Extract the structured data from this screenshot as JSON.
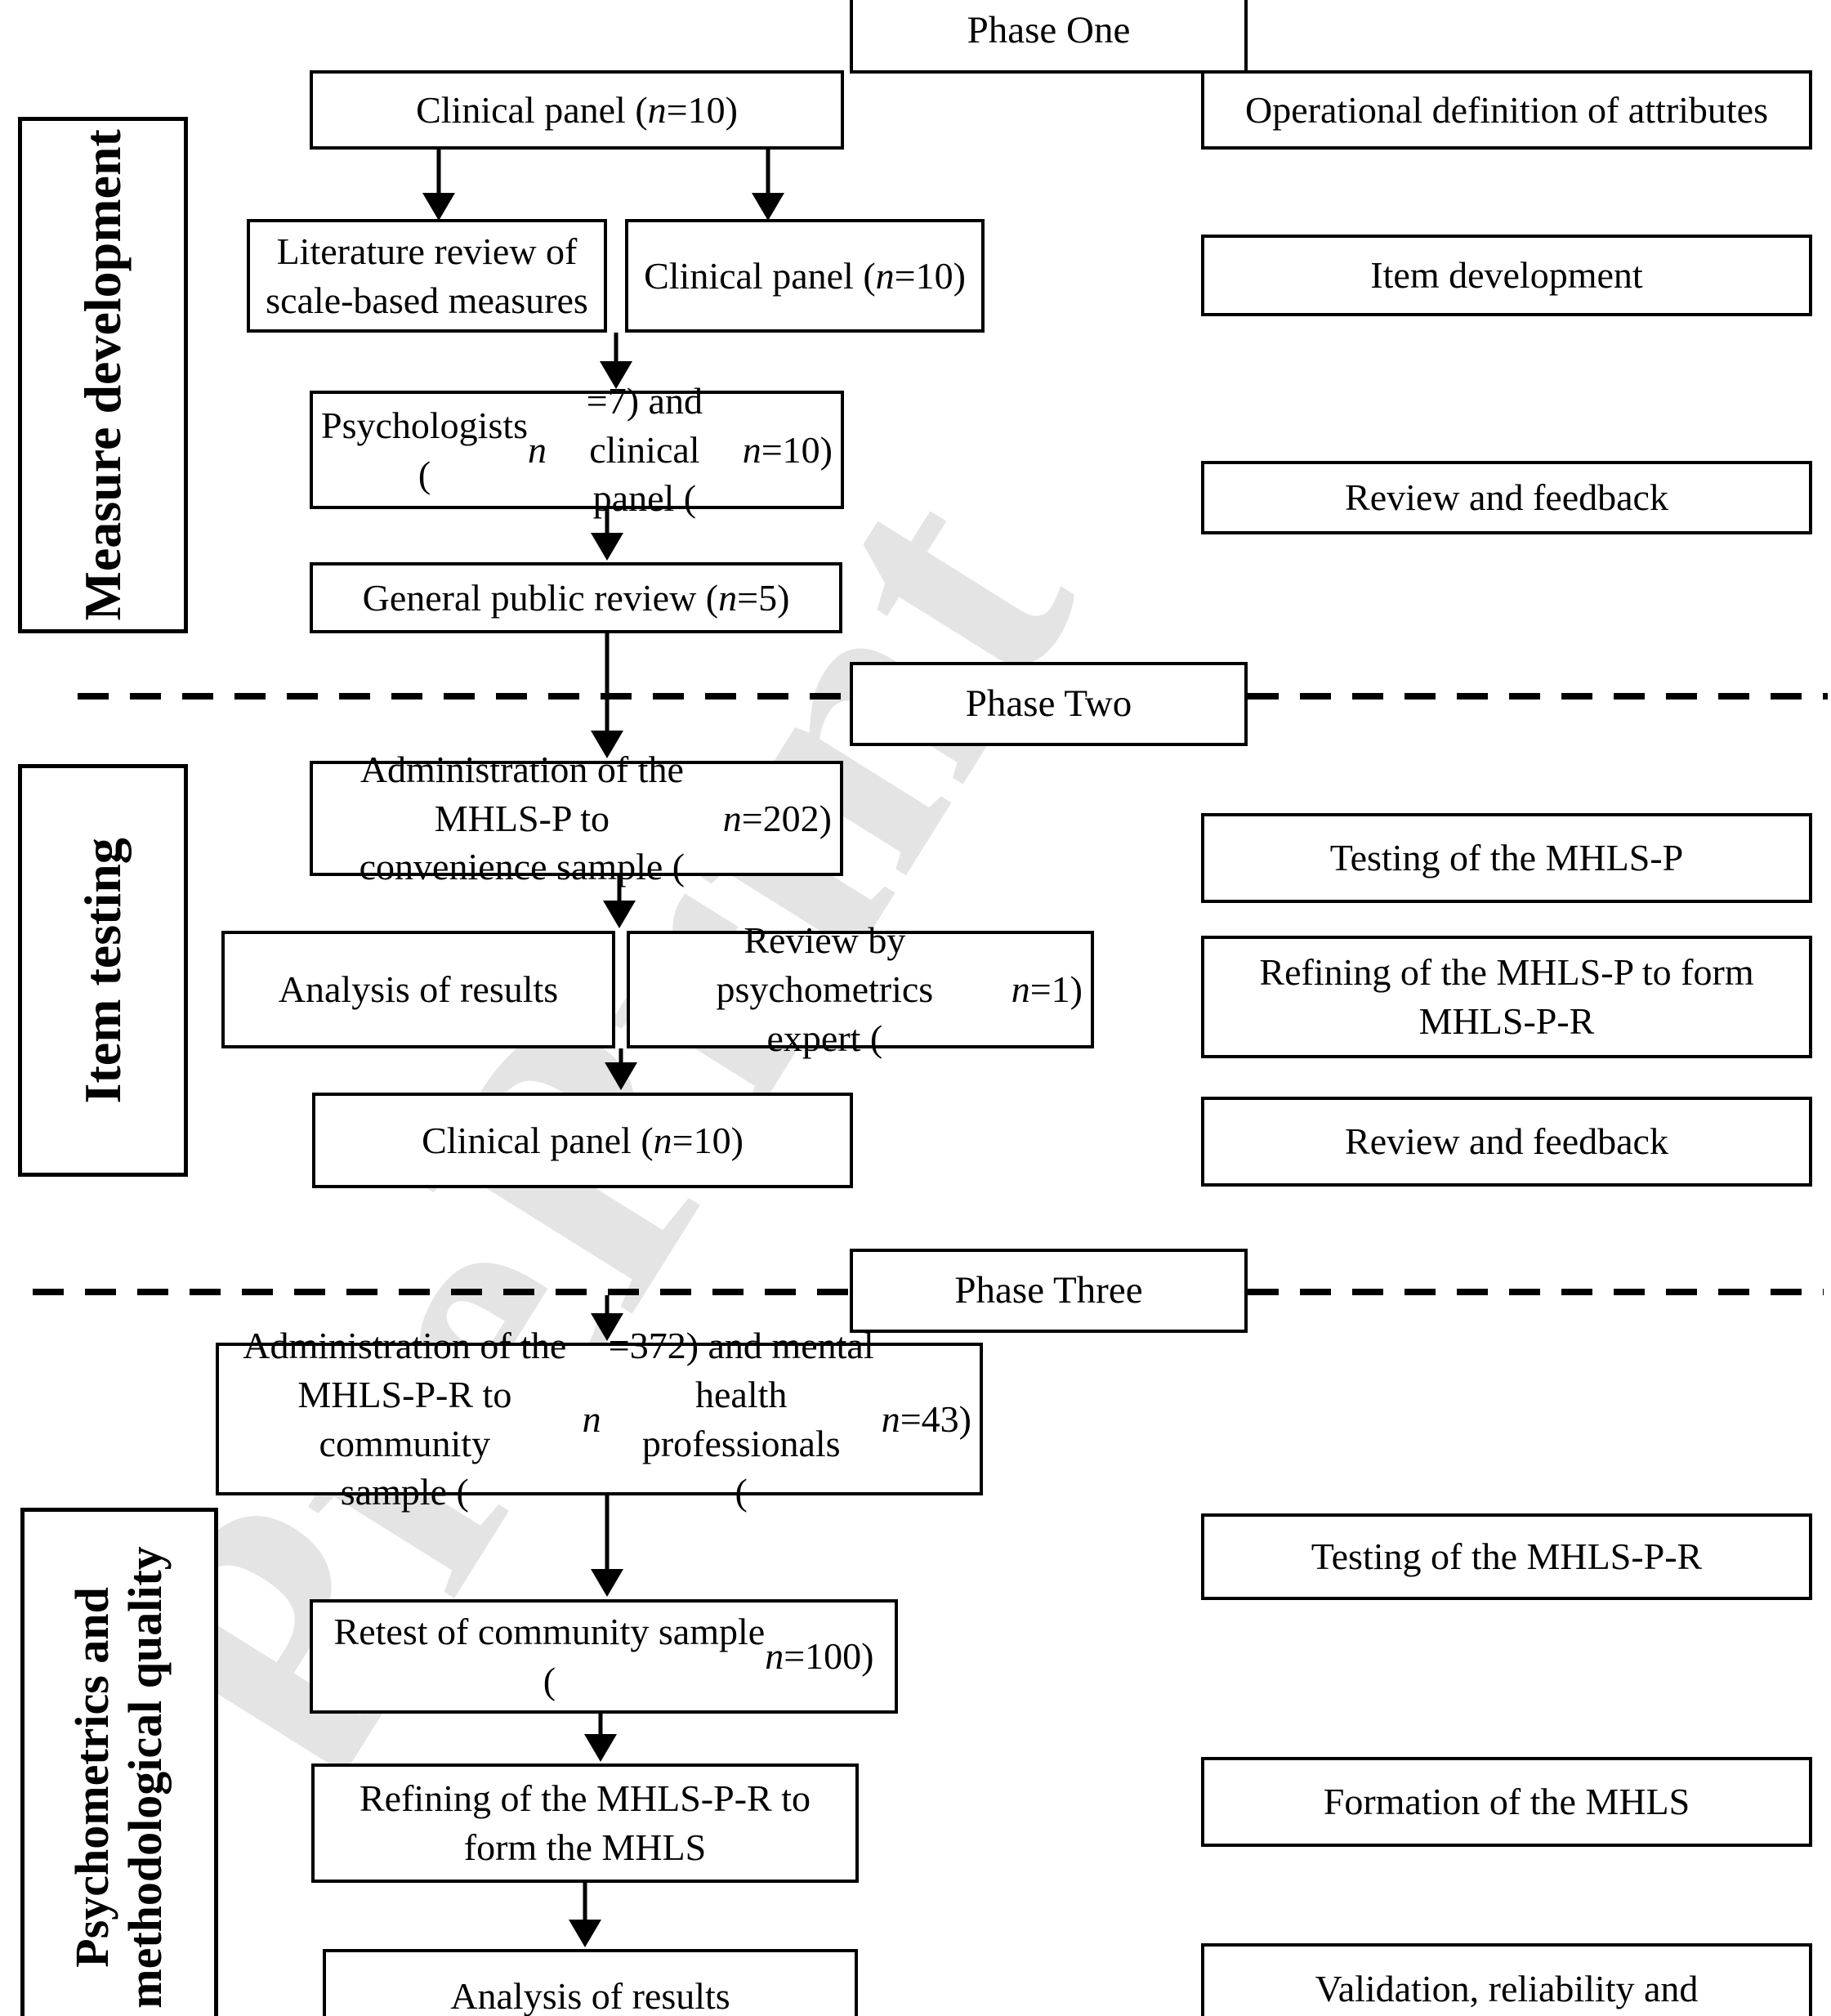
{
  "watermark": "PrePrint",
  "sidebar": {
    "measure_development": "Measure development",
    "item_testing": "Item testing",
    "psychometrics_line1": "Psychometrics and",
    "psychometrics_line2": "methodological quality"
  },
  "phase_labels": {
    "one": "Phase One",
    "two": "Phase Two",
    "three": "Phase Three"
  },
  "phase1": {
    "clinical_panel": "Clinical panel (<i>n</i>=10)",
    "literature_review": "Literature review of<br>scale-based measures",
    "clinical_panel_2": "Clinical panel (<i>n</i>=10)",
    "psychologists": "Psychologists (<i>n</i>=7) and clinical<br>panel (<i>n</i>=10)",
    "general_public_review": "General public review (<i>n</i>=5)",
    "operational_definition": "Operational definition of attributes",
    "item_development": "Item development",
    "review_feedback": "Review and feedback"
  },
  "phase2": {
    "administration": "Administration of the MHLS-P to<br>convenience sample (<i>n</i>=202)",
    "analysis_results": "Analysis of results",
    "review_expert": "Review by psychometrics<br>expert (<i>n</i>=1)",
    "clinical_panel": "Clinical panel (<i>n</i>=10)",
    "testing": "Testing of the MHLS-P",
    "refining": "Refining of the MHLS-P to form<br>MHLS-P-R",
    "review_feedback": "Review and feedback"
  },
  "phase3": {
    "administration": "Administration of the MHLS-P-R to community<br>sample (<i>n</i>=372) and mental health professionals<br>(<i>n</i>=43)",
    "retest": "Retest of community sample<br>(<i>n</i>=100)",
    "refining": "Refining of the MHLS-P-R to<br>form the MHLS",
    "analysis_results": "Analysis of results",
    "testing": "Testing of the MHLS-P-R",
    "formation": "Formation of the MHLS",
    "validation": "Validation, reliability and<br>methodological quality of MHLS"
  }
}
